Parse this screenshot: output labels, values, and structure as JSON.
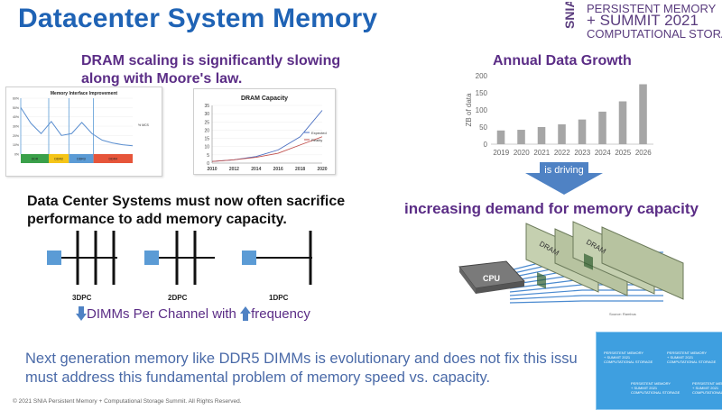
{
  "title": "Datacenter System Memory",
  "logo": {
    "snia": "SNIA",
    "line1": "PERSISTENT MEMORY",
    "line2": "+ SUMMIT 2021",
    "line3": "COMPUTATIONAL STORAGE"
  },
  "dram_scaling_text": "DRAM scaling is significantly slowing along with Moore's law.",
  "annual_data_growth": {
    "title": "Annual Data Growth",
    "chart_data": {
      "type": "bar",
      "categories": [
        "2019",
        "2020",
        "2021",
        "2022",
        "2023",
        "2024",
        "2025",
        "2026"
      ],
      "values": [
        40,
        42,
        50,
        58,
        72,
        95,
        125,
        175
      ],
      "ylabel": "ZB of data",
      "yticks": [
        0,
        50,
        100,
        150,
        200
      ],
      "ylim": [
        0,
        200
      ],
      "bar_color": "#a6a6a6"
    }
  },
  "memory_interface_chart": {
    "title": "Memory Interface Improvement",
    "chart_data": {
      "type": "line",
      "series": [
        {
          "name": "% MCS",
          "values": [
            50,
            33,
            22,
            35,
            20,
            22,
            34,
            22,
            15,
            12,
            10,
            9
          ]
        }
      ],
      "yticks": [
        "0%",
        "10%",
        "20%",
        "30%",
        "40%",
        "50%",
        "60%"
      ],
      "bands": [
        "DDR",
        "DDR2",
        "DDR3",
        "DDR4"
      ]
    }
  },
  "dram_capacity_chart": {
    "title": "DRAM Capacity",
    "chart_data": {
      "type": "line",
      "x": [
        2010,
        2012,
        2014,
        2016,
        2018,
        2020
      ],
      "series": [
        {
          "name": "Expected",
          "values": [
            1,
            2,
            4,
            8,
            16,
            32
          ]
        },
        {
          "name": "Reality",
          "values": [
            1,
            2,
            3.5,
            6,
            11,
            16
          ]
        }
      ],
      "yticks": [
        0,
        5,
        10,
        15,
        20,
        25,
        30,
        35
      ],
      "ylim": [
        0,
        35
      ],
      "colors": [
        "#4a6fc1",
        "#c0504d"
      ]
    }
  },
  "dc_systems_text": "Data Center Systems must now often sacrifice performance to add memory capacity.",
  "dpc": {
    "labels": [
      "3DPC",
      "2DPC",
      "1DPC"
    ],
    "caption_part1": "DIMMs Per Channel with ",
    "caption_part2": "frequency"
  },
  "arrow_text": "is driving",
  "increasing_demand": "increasing demand for memory capacity",
  "diagram": {
    "cpu_label": "CPU",
    "dram_label": "DRAM",
    "source": "Source: Rambus"
  },
  "bottom_text_line1": "Next generation memory like DDR5 DIMMs is evolutionary and does not fix this issu",
  "bottom_text_line2": "must address this fundamental problem of memory speed vs. capacity.",
  "footer": "© 2021 SNIA Persistent Memory + Computational Storage Summit. All Rights Reserved.",
  "colors": {
    "title": "#1f63b5",
    "purple": "#5b2d86",
    "arrow": "#4f82c4",
    "bottom_text": "#4a6aa8"
  }
}
